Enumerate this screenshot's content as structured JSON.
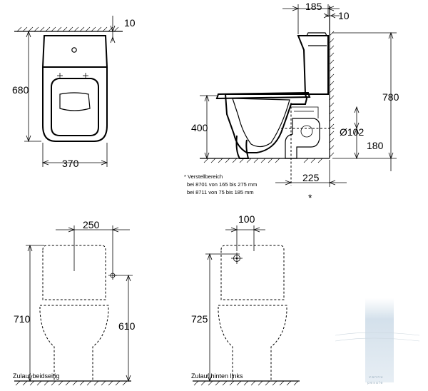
{
  "dimensions": {
    "top_gap": "10",
    "depth": "680",
    "width": "370",
    "tank_offset": "185",
    "tank_gap": "10",
    "total_height": "780",
    "seat_height": "400",
    "outlet_diameter": "Ø102",
    "outlet_height": "180",
    "outlet_offset": "225",
    "front_inlet_offset": "250",
    "front_height": "710",
    "front_inlet_height": "610",
    "rear_inlet_offset": "100",
    "rear_height": "725"
  },
  "note": {
    "title": "* Verstellbereich",
    "line1": "bei 8701 von 165 bis 275 mm",
    "line2": "bei 8711 von   75 bis 185 mm"
  },
  "asterisk": "*",
  "captions": {
    "front_left": "Zulauf beidseitig",
    "front_right": "Zulauf hinten links"
  },
  "watermark": {
    "line1": "vannu",
    "line2": "pesule"
  },
  "colors": {
    "line": "#000000",
    "watermark_band": "#cfdde9"
  }
}
